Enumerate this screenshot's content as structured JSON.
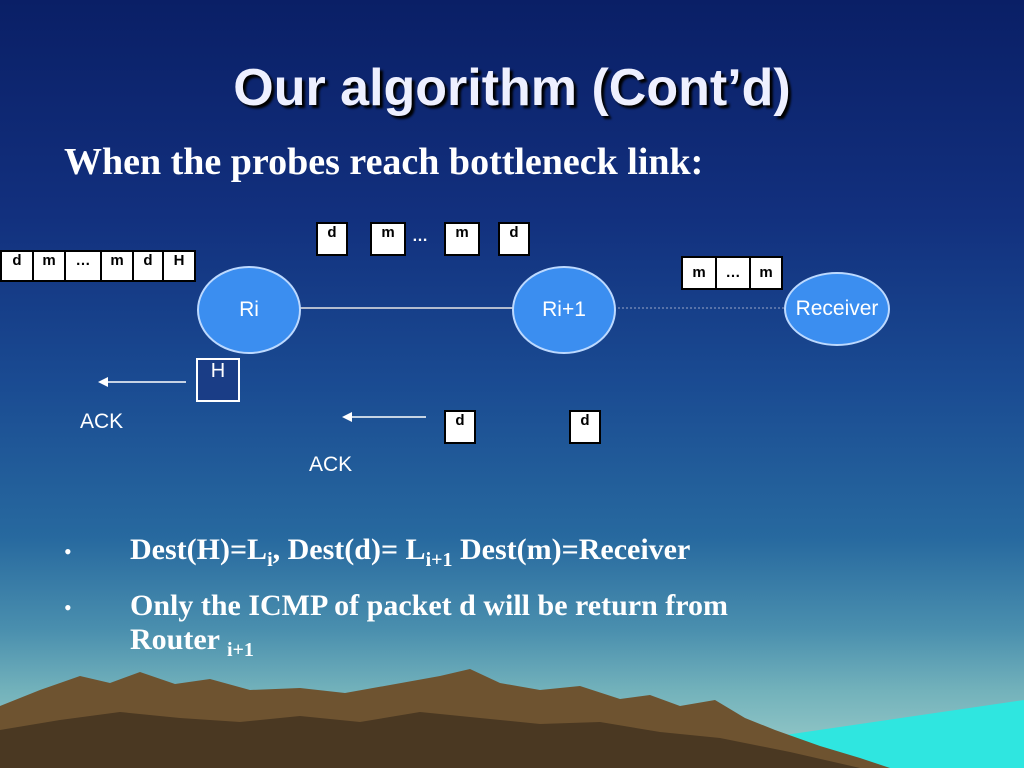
{
  "title": "Our algorithm (Cont’d)",
  "subtitle": "When the probes reach bottleneck link:",
  "diagram": {
    "nodes": {
      "ri": "Ri",
      "ri1": "Ri+1",
      "receiver": "Receiver"
    },
    "left_packet": [
      "d",
      "m",
      "…",
      "m",
      "d",
      "H"
    ],
    "top_packets": {
      "d1": "d",
      "m1": "m",
      "dots": "…",
      "m2": "m",
      "d2": "d"
    },
    "right_packet": [
      "m",
      "…",
      "m"
    ],
    "h_box": "H",
    "ack_left": "ACK",
    "ack_center": "ACK",
    "d_mid": "d",
    "d_right": "d"
  },
  "bullets": {
    "mark": "•",
    "b1": {
      "p1": "Dest(H)=L",
      "s1": "i",
      "p2": ", Dest(d)= L",
      "s2": "i+1",
      "p3": " Dest(m)=Receiver"
    },
    "b2": {
      "line1": "Only the ICMP of packet d  will be return from",
      "line2": "Router ",
      "sub": "i+1"
    }
  },
  "colors": {
    "node_fill": "#3b8ef0",
    "bg_top": "#0a1f66",
    "sea": "#2fe6e0"
  }
}
